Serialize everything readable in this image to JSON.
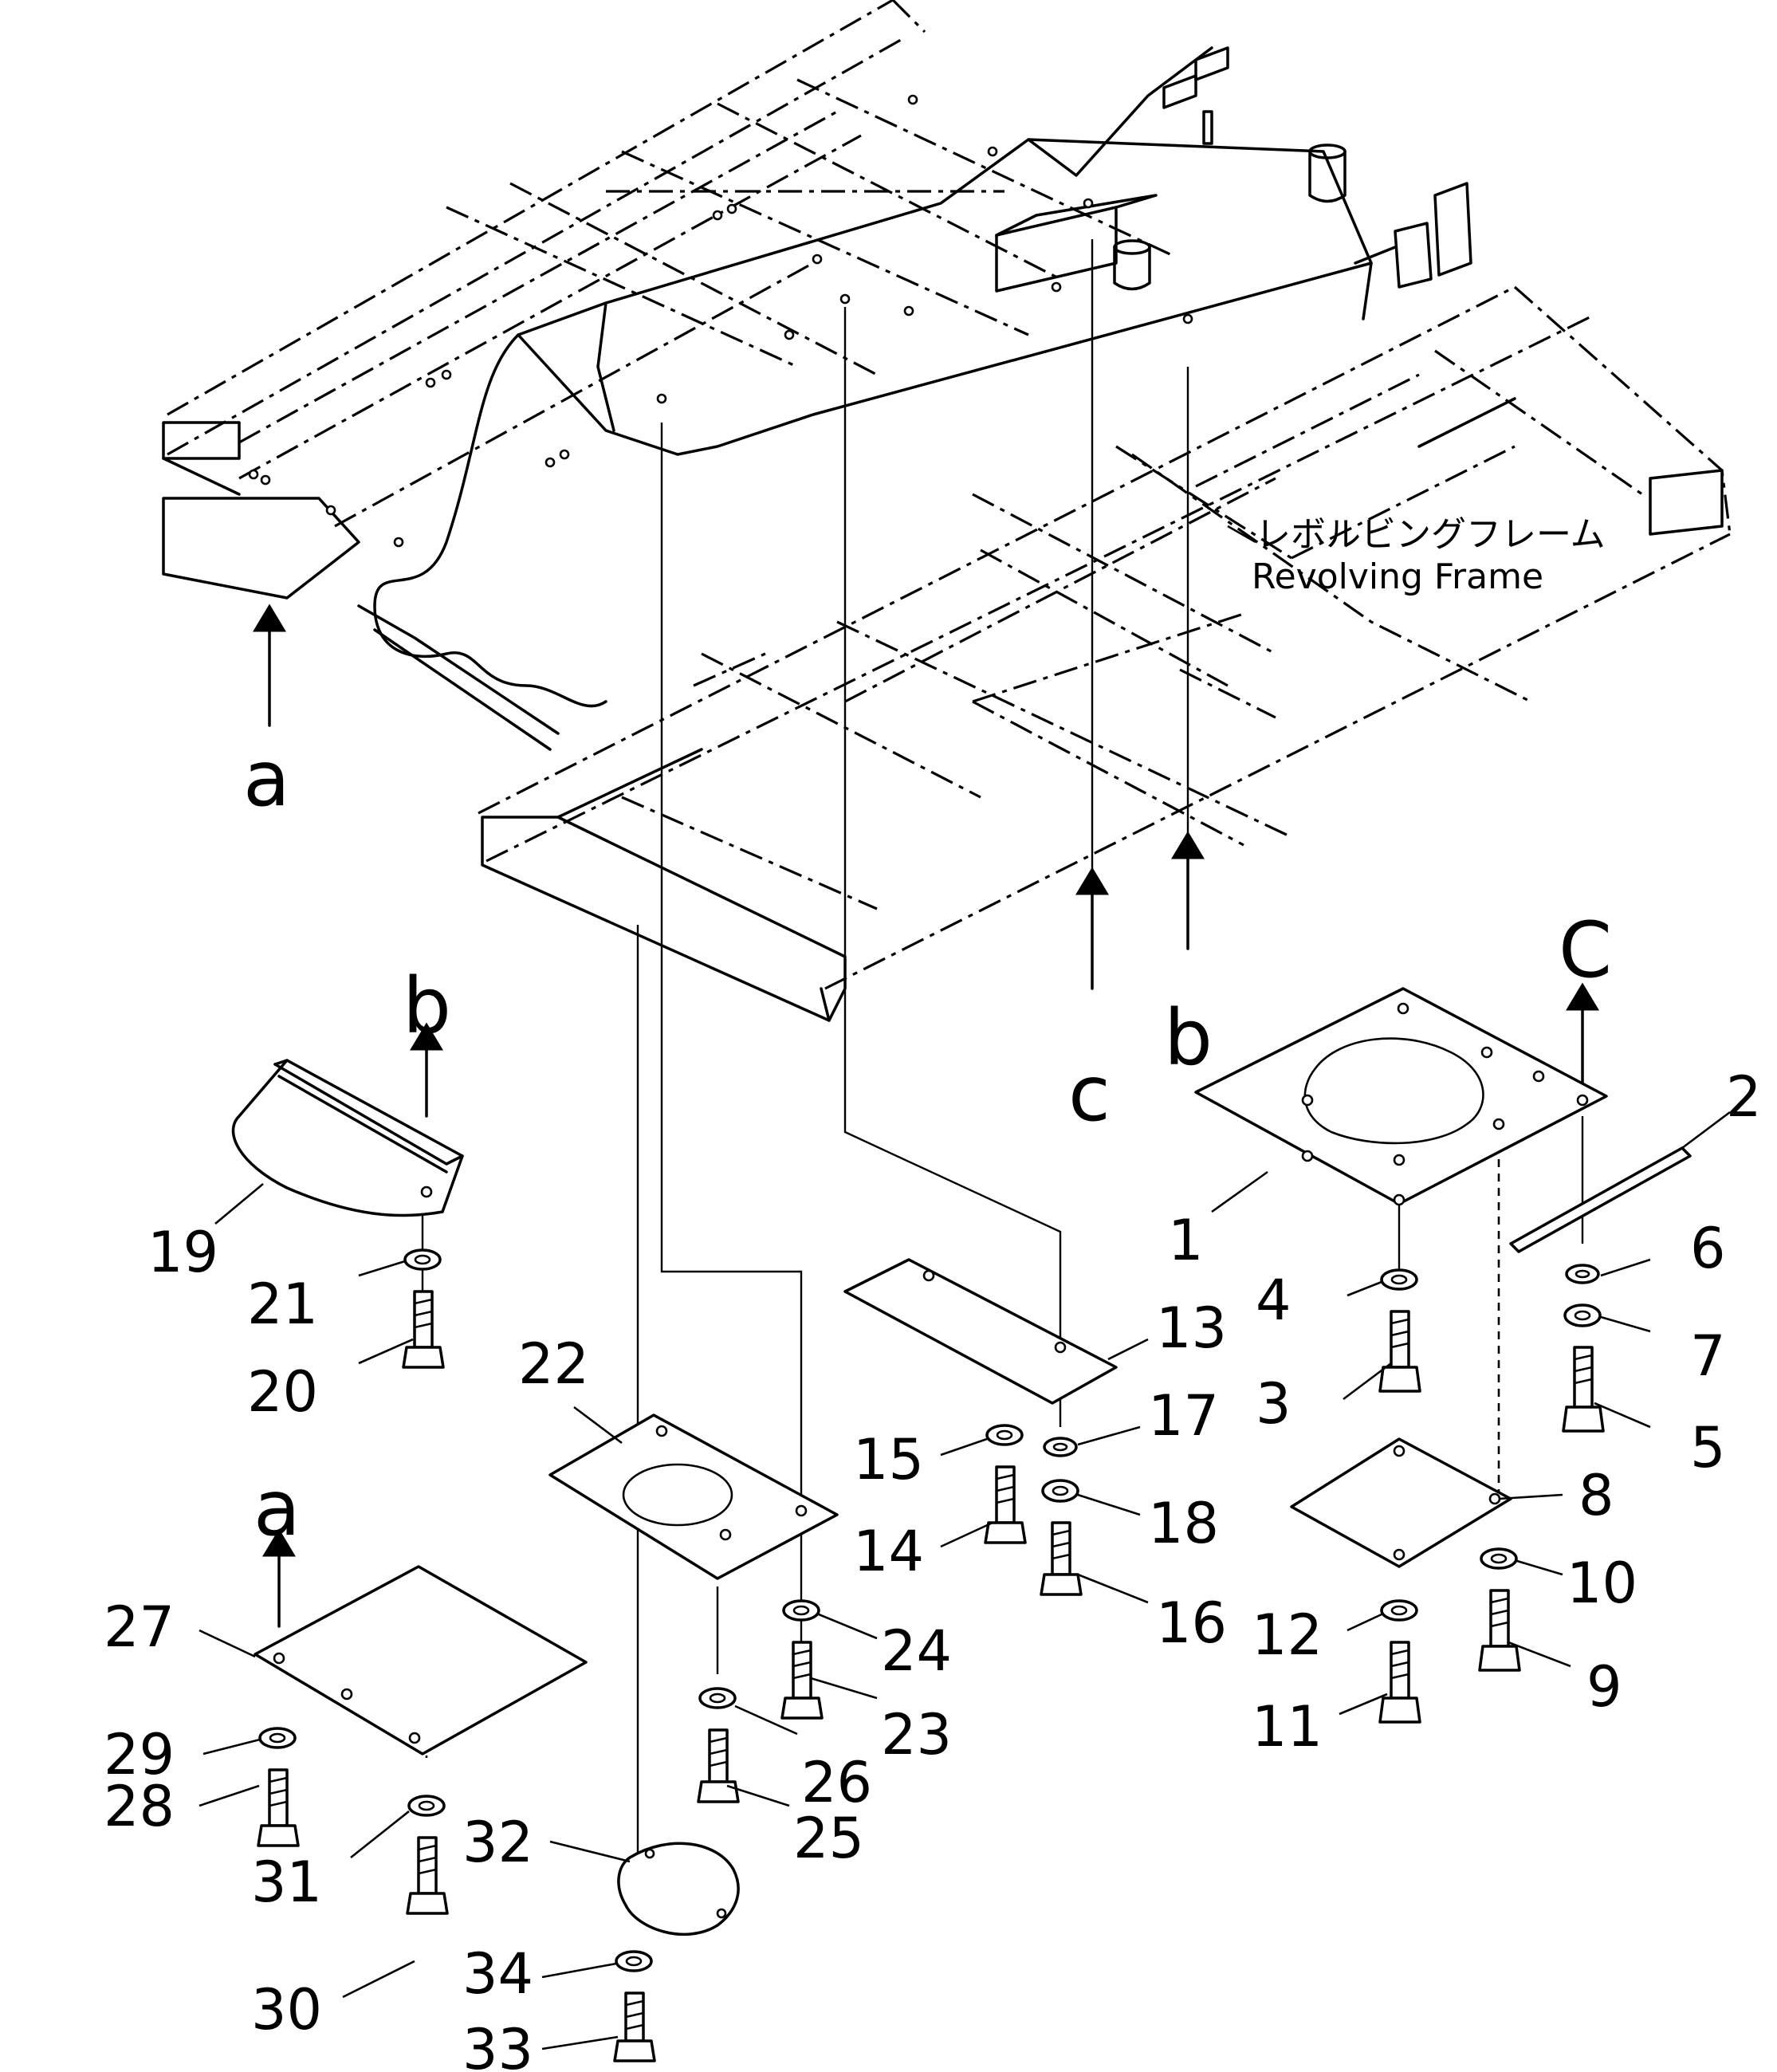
{
  "frame_label": {
    "japanese": "レボルビングフレーム",
    "english": "Revolving Frame"
  },
  "view_letters": {
    "a_top": "a",
    "a_bottom": "a",
    "b_left": "b",
    "b_right": "b",
    "c_mid": "c",
    "c_right": "C"
  },
  "callouts": {
    "p1": "1",
    "p2": "2",
    "p3": "3",
    "p4": "4",
    "p5": "5",
    "p6": "6",
    "p7": "7",
    "p8": "8",
    "p9": "9",
    "p10": "10",
    "p11": "11",
    "p12": "12",
    "p13": "13",
    "p14": "14",
    "p15": "15",
    "p16": "16",
    "p17": "17",
    "p18": "18",
    "p19": "19",
    "p20": "20",
    "p21": "21",
    "p22": "22",
    "p23": "23",
    "p24": "24",
    "p25": "25",
    "p26": "26",
    "p27": "27",
    "p28": "28",
    "p29": "29",
    "p30": "30",
    "p31": "31",
    "p32": "32",
    "p33": "33",
    "p34": "34"
  }
}
